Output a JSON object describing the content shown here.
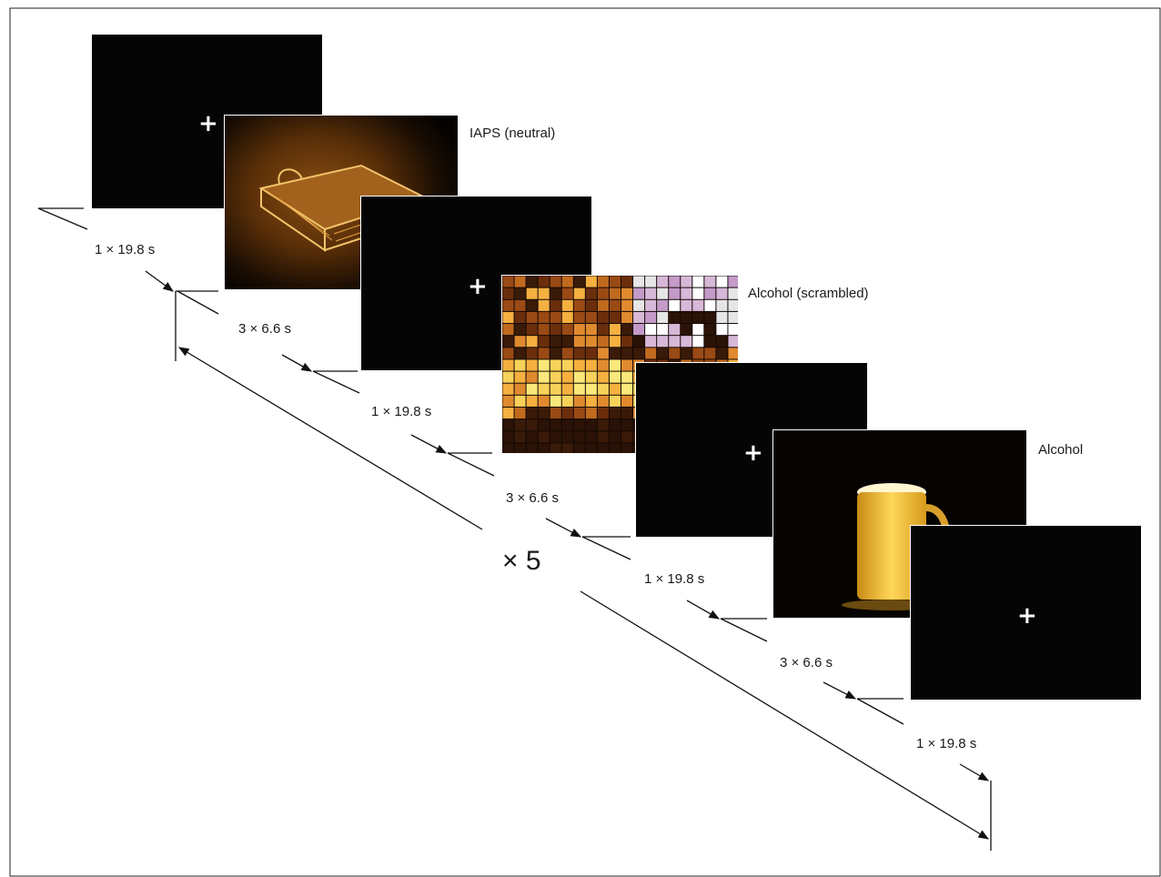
{
  "stimuli": {
    "fixation_symbol": "+",
    "label_iaps": "IAPS (neutral)",
    "label_scrambled": "Alcohol (scrambled)",
    "label_alcohol": "Alcohol"
  },
  "durations": {
    "d1": "1 × 19.8 s",
    "d2": "3 × 6.6 s",
    "d3": "1 × 19.8 s",
    "d4": "3 × 6.6 s",
    "d5": "1 × 19.8 s",
    "d6": "3 × 6.6 s",
    "d7": "1 × 19.8 s"
  },
  "repetition": "× 5",
  "colors": {
    "frame": "#050505",
    "basket_glow": "#c8801e",
    "beer": "#f5c542"
  }
}
